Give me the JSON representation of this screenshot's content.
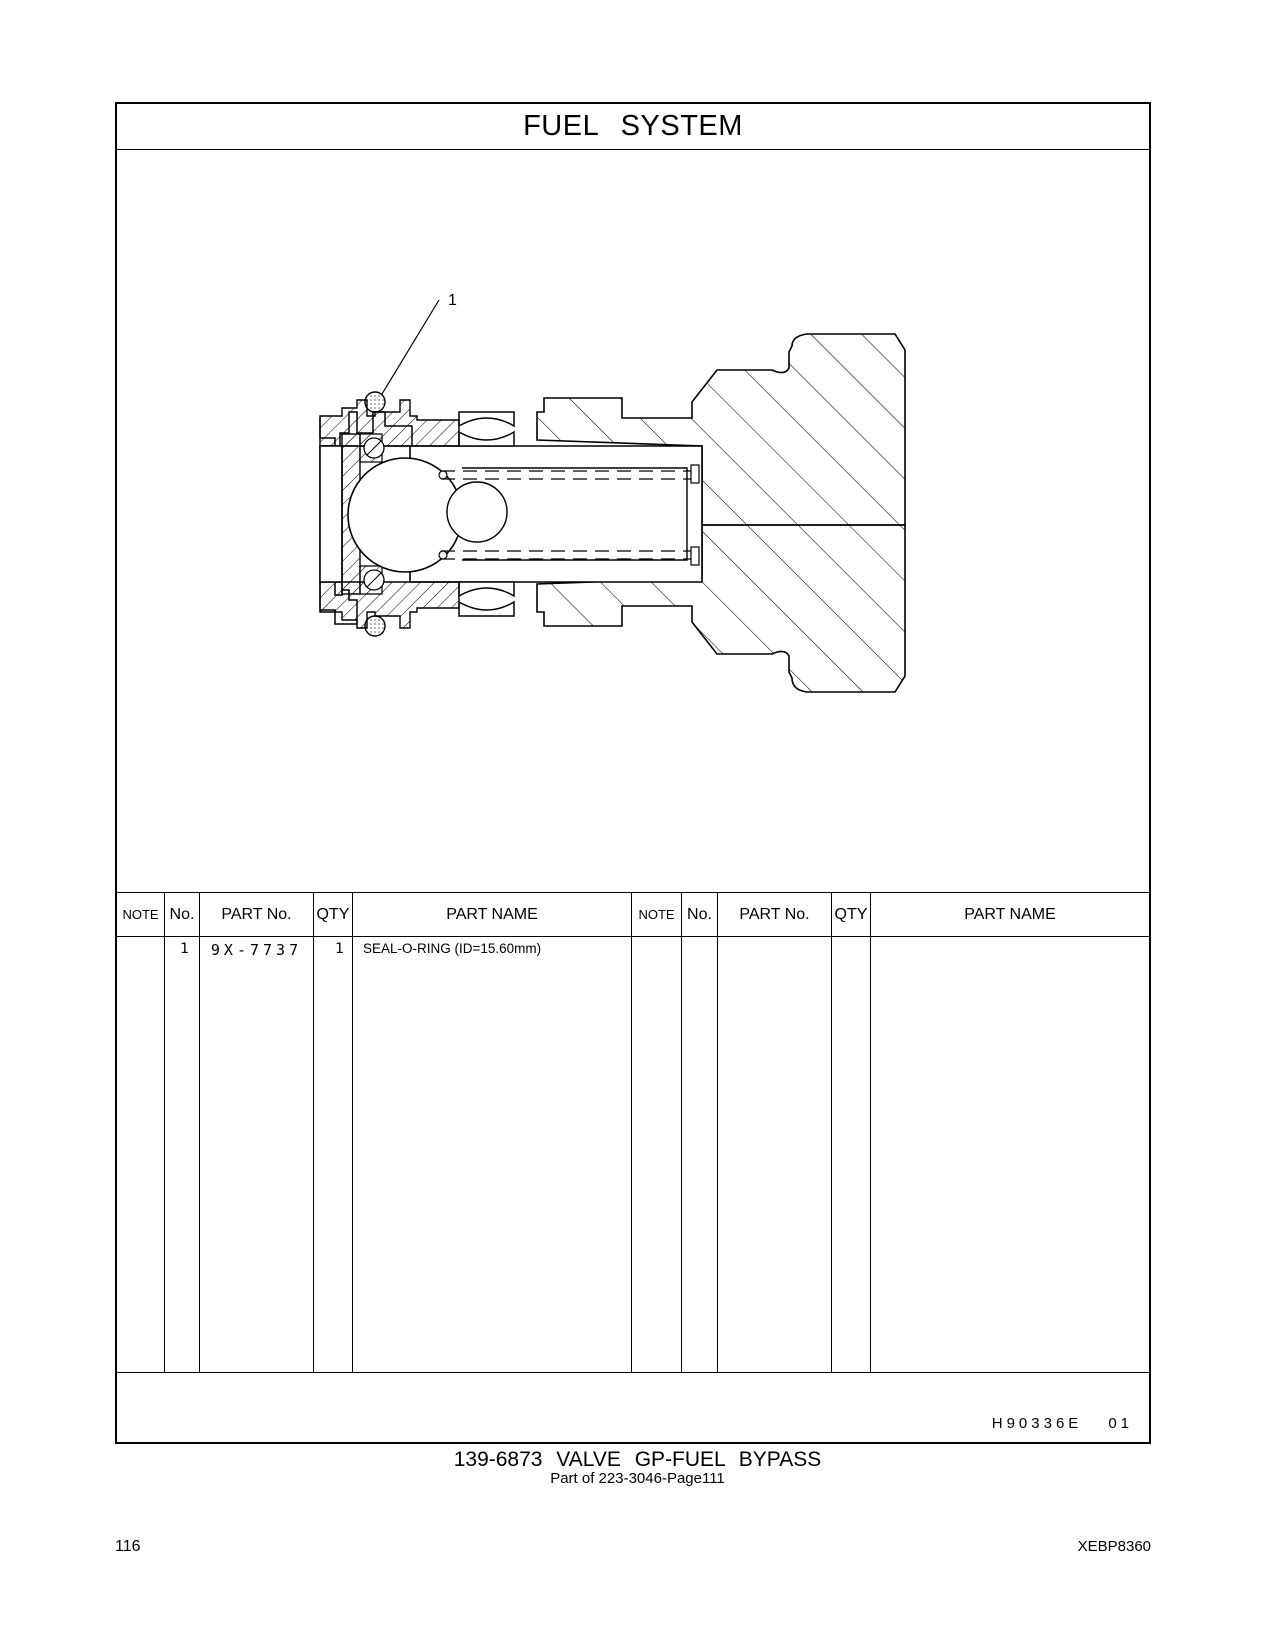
{
  "header": {
    "title": "FUEL   SYSTEM"
  },
  "drawing": {
    "callout_label": "1"
  },
  "parts_table": {
    "headers": [
      "NOTE",
      "No.",
      "PART No.",
      "QTY",
      "PART NAME",
      "NOTE",
      "No.",
      "PART No.",
      "QTY",
      "PART NAME"
    ],
    "rows": [
      {
        "no": "1",
        "part_no": "9X-7737",
        "qty": "1",
        "part_name": "SEAL-O-RING (ID=15.60mm)"
      }
    ]
  },
  "footer": {
    "code": "H90336E",
    "revision": "01"
  },
  "caption": {
    "line1": "139-6873  VALVE  GP-FUEL  BYPASS",
    "line2": "Part of 223-3046-Page111"
  },
  "page": {
    "number": "116",
    "doc_id": "XEBP8360"
  }
}
